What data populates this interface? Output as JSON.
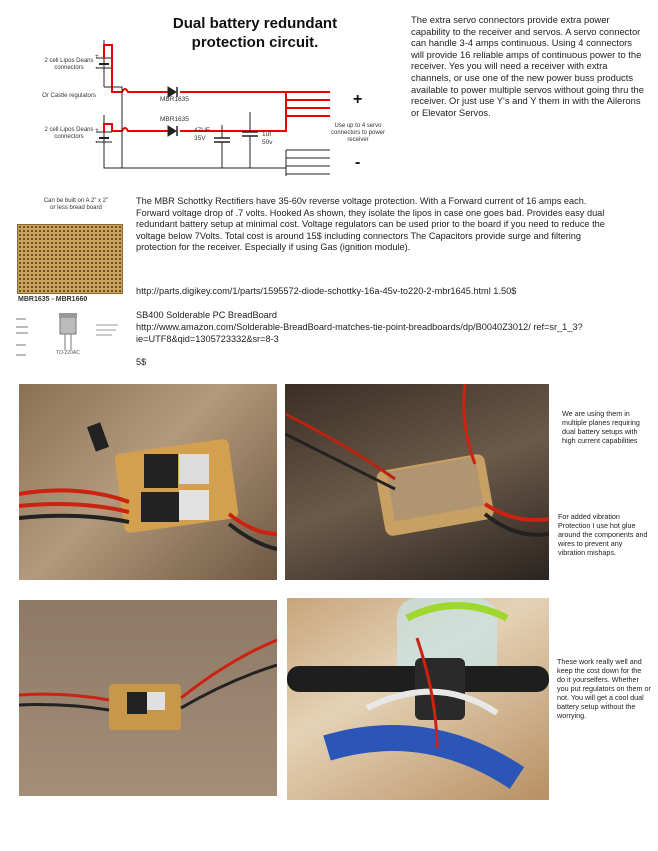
{
  "circuit": {
    "title_line1": "Dual battery redundant",
    "title_line2": "protection circuit.",
    "label_top_battery": "2 cell Lipos Deans connectors",
    "label_or_castle": "Or Castle regulators",
    "label_bottom_battery": "2 cell Lipos Deans connectors",
    "diode1": "MBR1635",
    "diode2": "MBR1635",
    "cap1": "47UF 35V",
    "cap2": "1uf 50v",
    "servo_note": "Use up to 4 servo connectors to power receiver",
    "plus_sign": "+",
    "minus_sign": "-",
    "batt_plus": "+",
    "batt_minus": "-"
  },
  "intro": "The extra servo connectors provide extra power capability to the receiver and servos. A servo connector can handle 3-4 amps continuous. Using 4 connectors will provide 16 reliable amps of continuous power to the receiver. Yes you will need a receiver with extra channels, or use one of the new power buss products available to power multiple servos without going thru the receiver. Or just use Y's and Y them in with the Ailerons or Elevator Servos.",
  "breadboard_note": "Can be built on A 2\" x 2\" or less bread board",
  "part_label": "MBR1635 - MBR1660",
  "package_label": "TO-220AC",
  "description": "The MBR Schottky Rectifiers have 35-60v reverse voltage protection. With a Forward current of 16 amps each. Forward voltage drop of .7 volts. Hooked As shown, they isolate the lipos in case one goes bad. Provides easy dual redundant battery setup at minimal cost. Voltage regulators can be used prior to the board if you need to reduce the voltage below 7Volts.  Total cost is around 15$ including connectors The Capacitors provide surge and filtering protection for the receiver. Especially if using Gas (ignition module).",
  "link1": "http://parts.digikey.com/1/parts/1595572-diode-schottky-16a-45v-to220-2-mbr1645.html   1.50$",
  "board_name": "SB400 Solderable PC BreadBoard",
  "link2": "http://www.amazon.com/Solderable-BreadBoard-matches-tie-point-breadboards/dp/B0040Z3012/ ref=sr_1_3?ie=UTF8&qid=1305723332&sr=8-3",
  "price2": "5$",
  "notes": {
    "note1": "We are using them in multiple planes requiring dual battery setups with high current capabilities",
    "note2": "For added vibration Protection I use hot glue around the components and wires to prevent any vibration mishaps.",
    "note3": "These work really well and keep the cost down for the do it yourselfers. Whether you put regulators on them or not. You will get a cool dual battery setup without the worrying."
  }
}
